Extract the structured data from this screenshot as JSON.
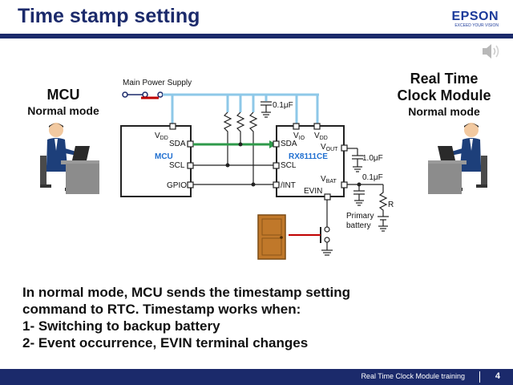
{
  "slide": {
    "title": "Time stamp setting",
    "logo": {
      "name": "EPSON",
      "tagline": "EXCEED YOUR VISION"
    },
    "mcu_panel": {
      "title": "MCU",
      "mode": "Normal mode"
    },
    "rtc_panel": {
      "title_line1": "Real Time",
      "title_line2": "Clock Module",
      "mode": "Normal  mode"
    },
    "body": {
      "lines": [
        "In normal mode, MCU sends the timestamp setting",
        "command to RTC. Timestamp works when:",
        "1- Switching to backup battery",
        "2- Event occurrence, EVIN terminal changes"
      ]
    },
    "footer": {
      "text": "Real Time Clock Module training",
      "page": "4"
    }
  },
  "diagram": {
    "main_power_supply": "Main Power Supply",
    "mcu": {
      "name": "MCU",
      "pins": {
        "vdd": "V",
        "vdd_sub": "DD",
        "sda": "SDA",
        "scl": "SCL",
        "gpio": "GPIO"
      }
    },
    "rtc": {
      "name": "RX8111CE",
      "pins": {
        "vio": "V",
        "vio_sub": "IO",
        "vdd": "V",
        "vdd_sub": "DD",
        "vout": "V",
        "vout_sub": "OUT",
        "sda": "SDA",
        "scl": "SCL",
        "vbat": "V",
        "vbat_sub": "BAT",
        "int": "/INT",
        "evin": "EVIN"
      }
    },
    "capacitors": {
      "top": "0.1μF",
      "vout": "1.0μF",
      "vbat": "0.1μF"
    },
    "resistor": "R",
    "battery_line1": "Primary",
    "battery_line2": "battery"
  },
  "colors": {
    "title": "#1b2a6b",
    "power_line": "#8ec8e8",
    "sda_line": "#2e9a4a",
    "mcu_text": "#1f6fd0",
    "door": "#c0782a",
    "switch_line": "#c00000"
  },
  "icons": [
    "speaker-icon",
    "person-at-computer-icon",
    "door-icon",
    "ground-icon"
  ]
}
